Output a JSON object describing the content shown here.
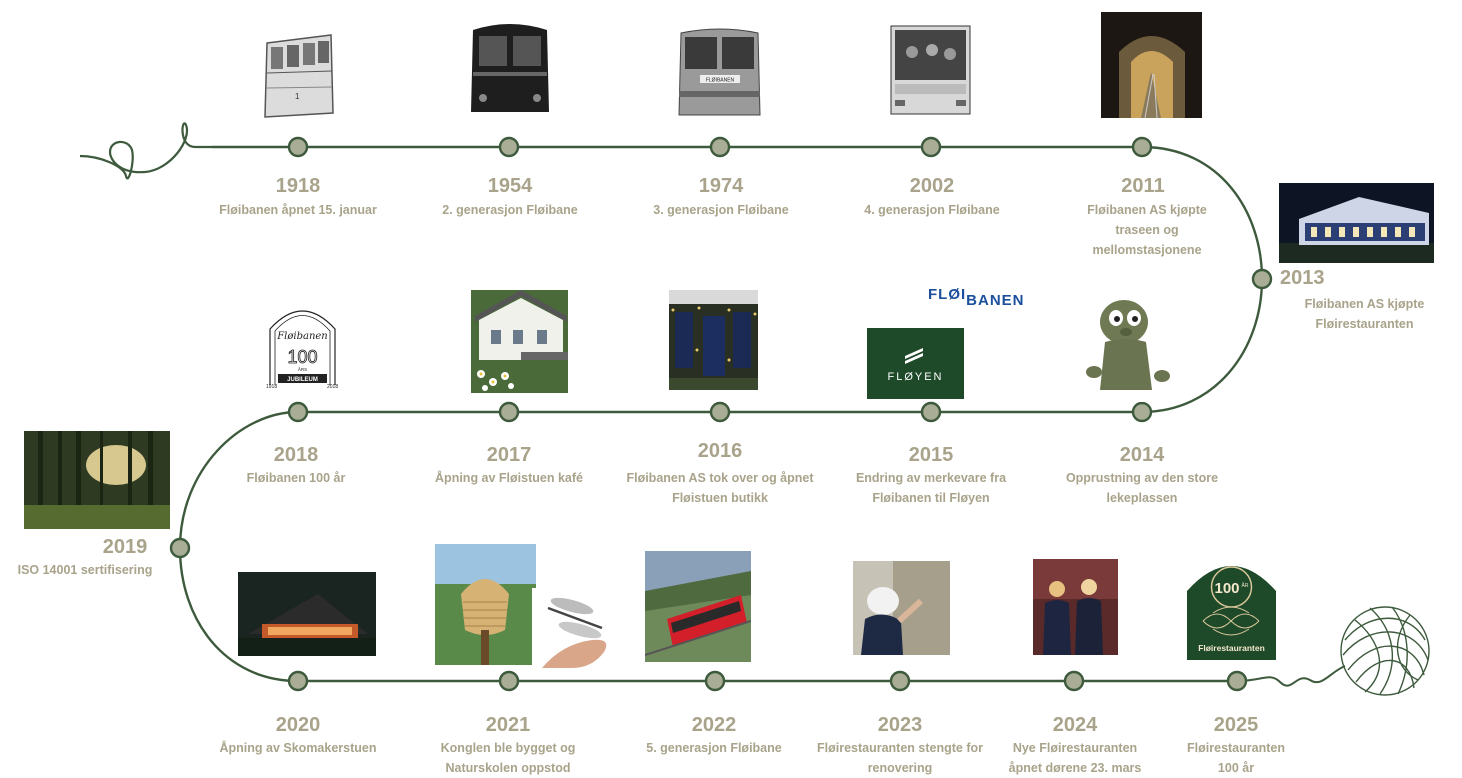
{
  "colors": {
    "line": "#3d5a3d",
    "node_fill": "#a9ad96",
    "text": "#a8a38a",
    "brand_blue": "#1c4f9c",
    "floyen_green": "#1f4a2a"
  },
  "milestones": [
    {
      "year": "1918",
      "caption": "Fløibanen åpnet 15. januar",
      "icon": "tram-1918-photo"
    },
    {
      "year": "1954",
      "caption": "2. generasjon Fløibane",
      "icon": "tram-1954-photo"
    },
    {
      "year": "1974",
      "caption": "3. generasjon Fløibane",
      "icon": "tram-1974-photo"
    },
    {
      "year": "2002",
      "caption": "4. generasjon Fløibane",
      "icon": "tram-2002-photo"
    },
    {
      "year": "2011",
      "caption": "Fløibanen AS kjøpte traseen og mellomstasjonene",
      "icon": "tunnel-photo"
    },
    {
      "year": "2013",
      "caption": "Fløibanen AS kjøpte Fløirestauranten",
      "icon": "restaurant-photo"
    },
    {
      "year": "2014",
      "caption": "Opprustning av den store lekeplassen",
      "icon": "troll-photo"
    },
    {
      "year": "2015",
      "caption": "Endring av merkevare fra Fløibanen til Fløyen",
      "icon": "logo-change"
    },
    {
      "year": "2016",
      "caption": "Fløibanen AS tok over og åpnet Fløistuen butikk",
      "icon": "shop-photo"
    },
    {
      "year": "2017",
      "caption": "Åpning av Fløistuen kafé",
      "icon": "cafe-photo"
    },
    {
      "year": "2018",
      "caption": "Fløibanen 100 år",
      "icon": "jubilee-logo"
    },
    {
      "year": "2019",
      "caption": "ISO 14001 sertifisering",
      "icon": "forest-photo"
    },
    {
      "year": "2020",
      "caption": "Åpning av Skomakerstuen",
      "icon": "cabin-photo"
    },
    {
      "year": "2021",
      "caption": "Konglen ble bygget og Naturskolen oppstod",
      "icon": "cone-dragonfly-photo"
    },
    {
      "year": "2022",
      "caption": "5. generasjon Fløibane",
      "icon": "red-tram-photo"
    },
    {
      "year": "2023",
      "caption": "Fløirestauranten stengte for renovering",
      "icon": "renovation-photo"
    },
    {
      "year": "2024",
      "caption": "Nye Fløirestauranten åpnet dørene 23. mars",
      "icon": "opening-photo"
    },
    {
      "year": "2025",
      "caption": "Fløirestauranten 100 år",
      "icon": "anniversary-badge"
    }
  ],
  "logos": {
    "floibanen_text_a": "FLØI",
    "floibanen_text_b": "BANEN",
    "floyen": "FLØYEN",
    "jubilee_script": "Fløibanen",
    "jubilee_number": "100",
    "jubilee_small": "ÅRS",
    "jubilee_word": "JUBILEUM",
    "jubilee_start": "1918",
    "jubilee_end": "2018",
    "badge_number": "100",
    "badge_unit": "ÅR",
    "badge_name": "Fløirestauranten",
    "tram_sign": "FLØIBANEN"
  }
}
